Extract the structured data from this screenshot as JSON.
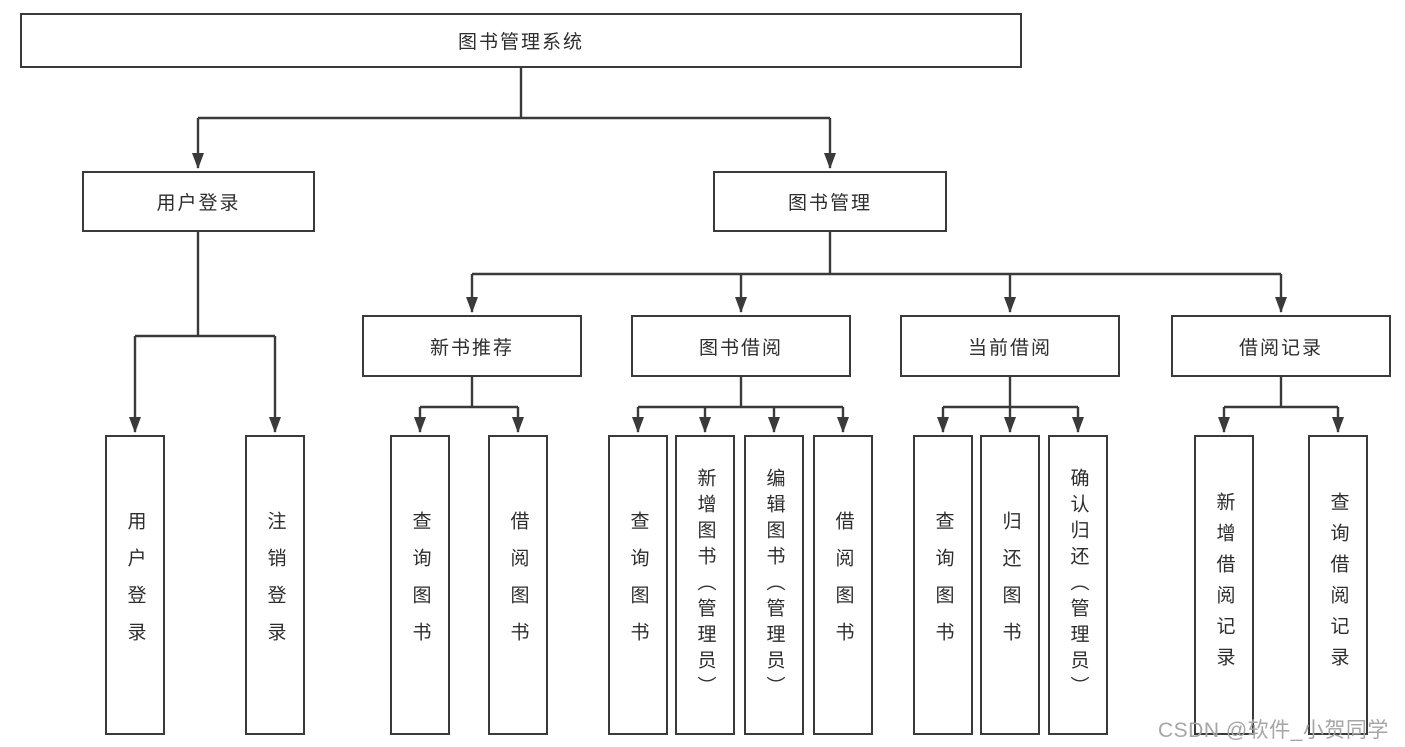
{
  "diagram": {
    "root": {
      "label": "图书管理系统"
    },
    "branches": [
      {
        "label": "用户登录",
        "children": [
          {
            "label": "用户登录"
          },
          {
            "label": "注销登录"
          }
        ]
      },
      {
        "label": "图书管理",
        "children": [
          {
            "label": "新书推荐",
            "children": [
              {
                "label": "查询图书"
              },
              {
                "label": "借阅图书"
              }
            ]
          },
          {
            "label": "图书借阅",
            "children": [
              {
                "label": "查询图书"
              },
              {
                "label": "新增图书（管理员）"
              },
              {
                "label": "编辑图书（管理员）"
              },
              {
                "label": "借阅图书"
              }
            ]
          },
          {
            "label": "当前借阅",
            "children": [
              {
                "label": "查询图书"
              },
              {
                "label": "归还图书"
              },
              {
                "label": "确认归还（管理员）"
              }
            ]
          },
          {
            "label": "借阅记录",
            "children": [
              {
                "label": "新增借阅记录"
              },
              {
                "label": "查询借阅记录"
              }
            ]
          }
        ]
      }
    ]
  },
  "watermark": {
    "text": "CSDN @软件_小贺同学"
  },
  "colors": {
    "line": "#3a3a3a",
    "text": "#2d2d2d",
    "box_background": "#ffffff",
    "watermark": "#a6a6a6",
    "page_background": "#ffffff"
  }
}
